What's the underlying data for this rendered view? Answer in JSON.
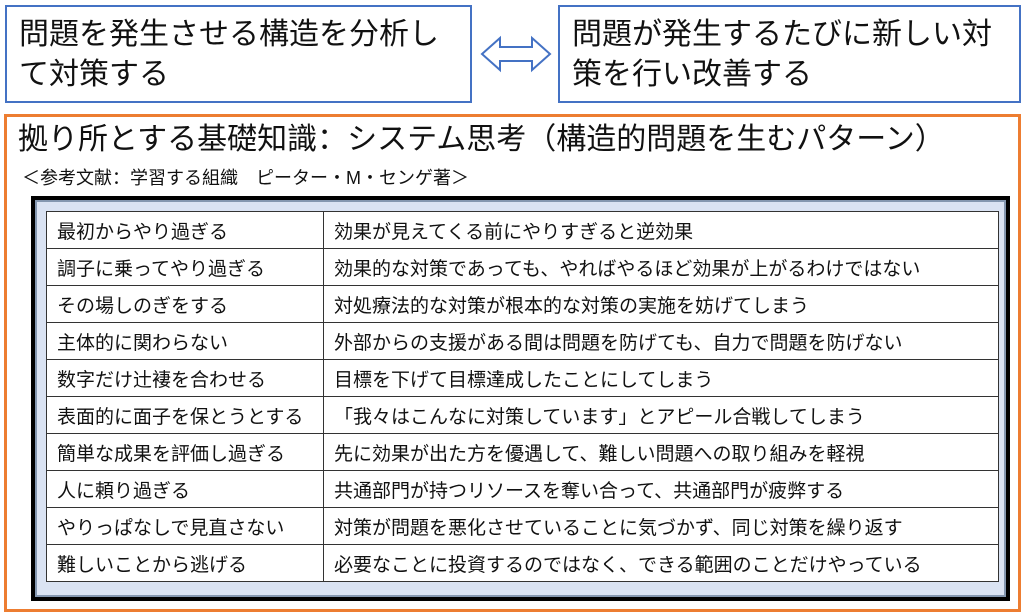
{
  "top": {
    "left_text": "問題を発生させる構造を分析して対策する",
    "right_text": "問題が発生するたびに新しい対策を行い改善する",
    "arrow_icon": "double-arrow-icon"
  },
  "colors": {
    "blue": "#4472c4",
    "orange": "#ed7d31",
    "table_bg": "#dae3f3"
  },
  "main": {
    "title": "拠り所とする基礎知識：システム思考（構造的問題を生むパターン）",
    "subtitle": "＜参考文献：学習する組織　ピーター・M・センゲ著＞",
    "rows": [
      {
        "pattern": "最初からやり過ぎる",
        "description": "効果が見えてくる前にやりすぎると逆効果"
      },
      {
        "pattern": "調子に乗ってやり過ぎる",
        "description": "効果的な対策であっても、やればやるほど効果が上がるわけではない"
      },
      {
        "pattern": "その場しのぎをする",
        "description": "対処療法的な対策が根本的な対策の実施を妨げてしまう"
      },
      {
        "pattern": "主体的に関わらない",
        "description": "外部からの支援がある間は問題を防げても、自力で問題を防げない"
      },
      {
        "pattern": "数字だけ辻褄を合わせる",
        "description": "目標を下げて目標達成したことにしてしまう"
      },
      {
        "pattern": "表面的に面子を保とうとする",
        "description": "「我々はこんなに対策しています」とアピール合戦してしまう"
      },
      {
        "pattern": "簡単な成果を評価し過ぎる",
        "description": "先に効果が出た方を優遇して、難しい問題への取り組みを軽視"
      },
      {
        "pattern": "人に頼り過ぎる",
        "description": "共通部門が持つリソースを奪い合って、共通部門が疲弊する"
      },
      {
        "pattern": "やりっぱなしで見直さない",
        "description": "対策が問題を悪化させていることに気づかず、同じ対策を繰り返す"
      },
      {
        "pattern": "難しいことから逃げる",
        "description": "必要なことに投資するのではなく、できる範囲のことだけやっている"
      }
    ]
  }
}
